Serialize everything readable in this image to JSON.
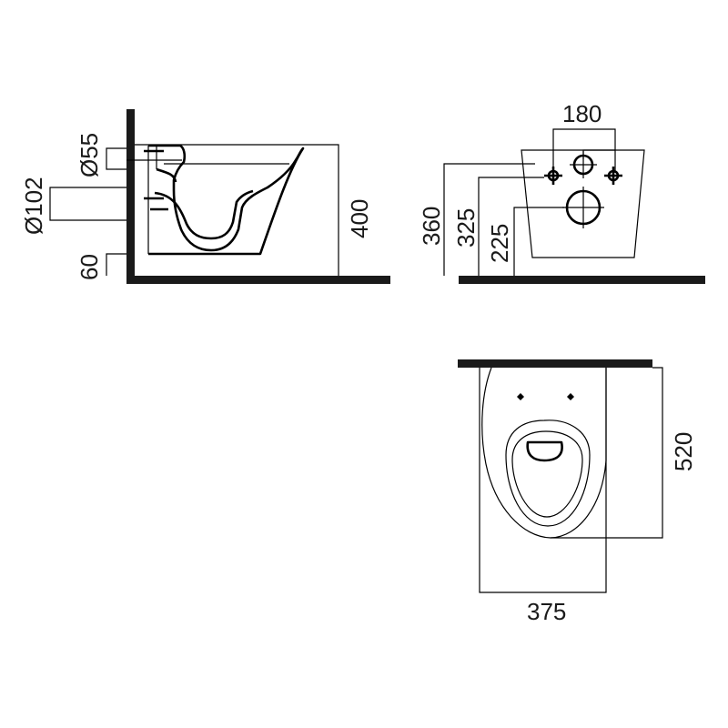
{
  "side_view": {
    "label_d55": "Ø55",
    "label_d102": "Ø102",
    "label_60": "60",
    "label_400": "400"
  },
  "rear_view": {
    "label_180": "180",
    "label_360": "360",
    "label_325": "325",
    "label_225": "225"
  },
  "top_view": {
    "label_520": "520",
    "label_375": "375"
  },
  "colors": {
    "ink": "#000000",
    "wall": "#1a1a1a",
    "background": "#ffffff"
  }
}
